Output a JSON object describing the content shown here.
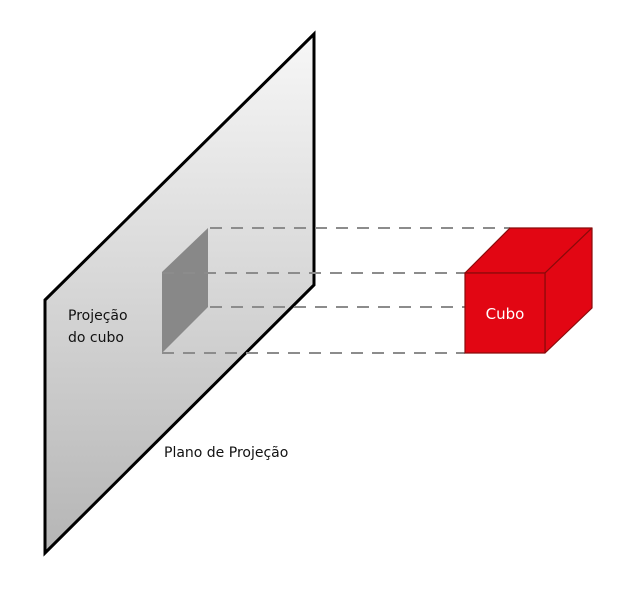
{
  "labels": {
    "projection_line1": "Projeção",
    "projection_line2": "do cubo",
    "plane": "Plano de Projeção",
    "cube": "Cubo"
  },
  "colors": {
    "cube": "#e20613",
    "cube_edge": "#8a0a0a",
    "projection": "#888888",
    "dash": "#8c8c8c",
    "plane_border": "#000000"
  }
}
